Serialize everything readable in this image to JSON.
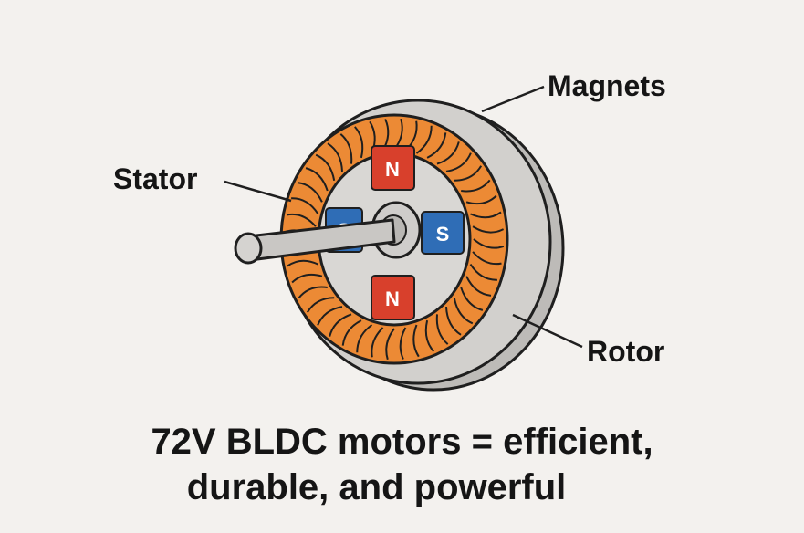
{
  "labels": {
    "magnets": "Magnets",
    "stator": "Stator",
    "rotor": "Rotor"
  },
  "magnets": [
    {
      "pole": "N",
      "color": "#d8402c"
    },
    {
      "pole": "S",
      "color": "#2f6db6"
    },
    {
      "pole": "N",
      "color": "#d8402c"
    },
    {
      "pole": "S",
      "color": "#2f6db6"
    }
  ],
  "caption": {
    "line1": "72V BLDC motors = efficient,",
    "line2": "durable, and powerful"
  },
  "colors": {
    "background": "#f3f1ee",
    "rotor_gray": "#cfcdcb",
    "coil_orange": "#ec8a35",
    "north_red": "#d8402c",
    "south_blue": "#2f6db6",
    "outline": "#1f1f1f"
  }
}
